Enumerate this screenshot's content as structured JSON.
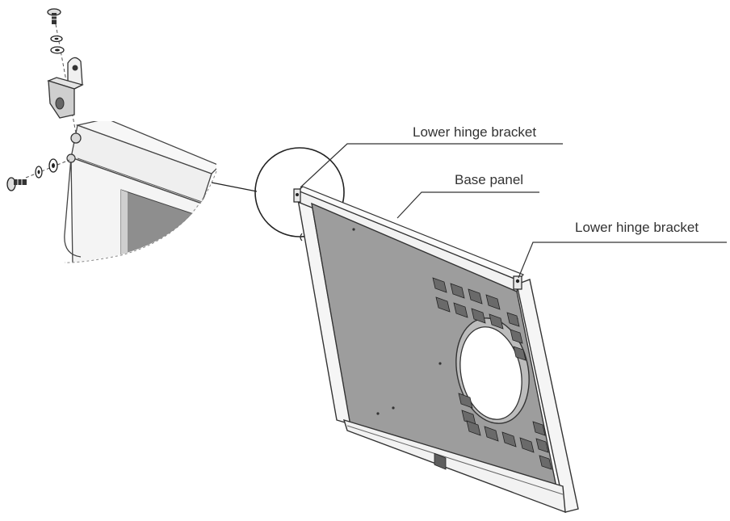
{
  "labels": {
    "hinge_top": "Lower hinge bracket",
    "base": "Base panel",
    "hinge_right": "Lower hinge bracket"
  },
  "colors": {
    "panel_gray": "#9d9d9d",
    "frame": "#f2f2f2",
    "line": "#3a3a3a"
  }
}
